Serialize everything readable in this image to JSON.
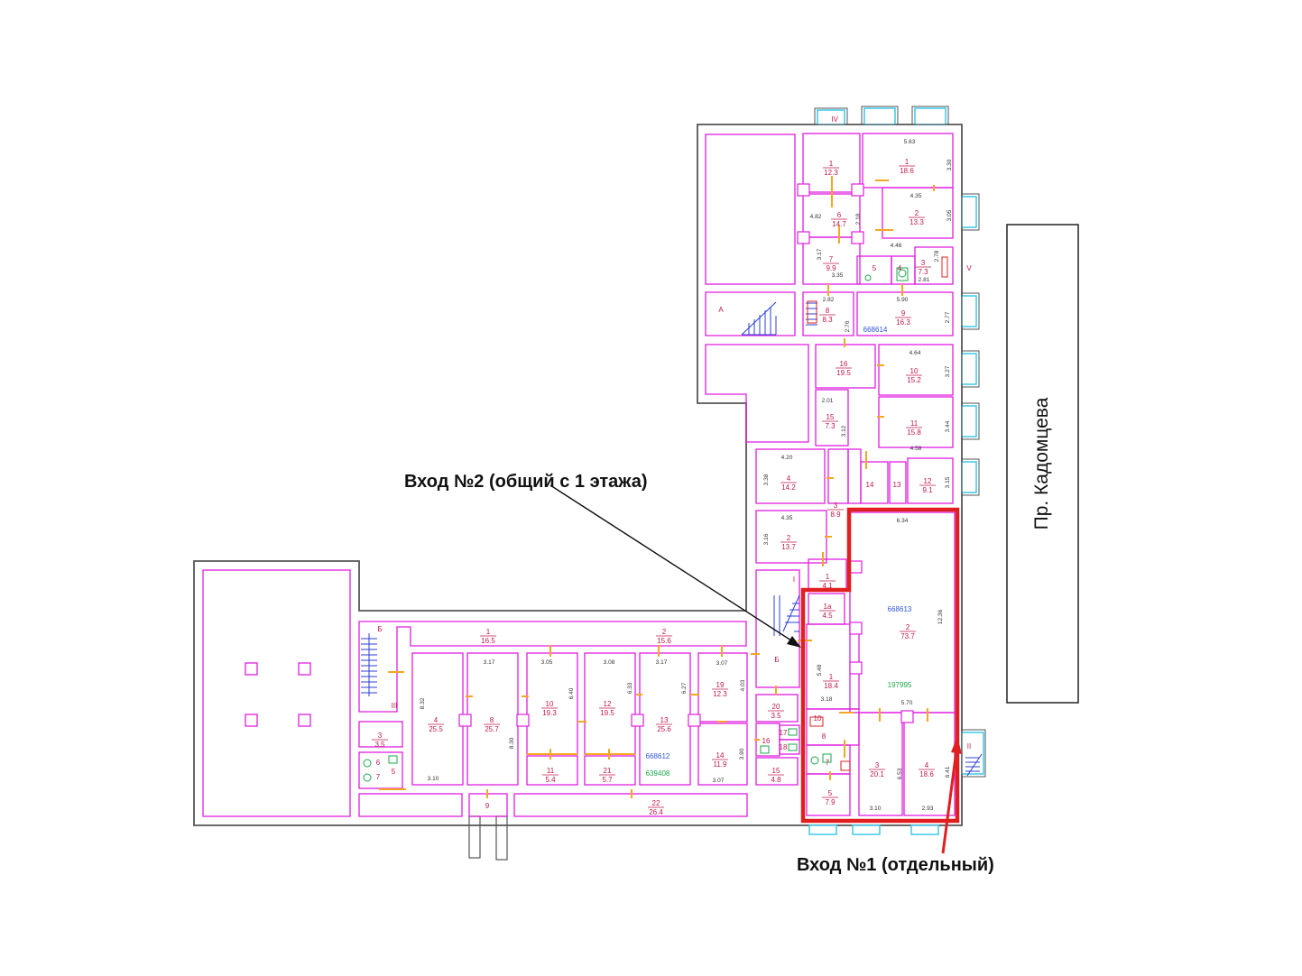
{
  "labels": {
    "entrance2": "Вход №2 (общий с 1 этажа)",
    "entrance1": "Вход №1 (отдельный)",
    "street": "Пр. Кадомцева"
  },
  "colors": {
    "wall": "#555555",
    "room": "#e01ee0",
    "door": "#f5a623",
    "highlight": "#e02020",
    "window": "#3ec8e8",
    "stair": "#2b3fd6",
    "idBlue": "#2f56d8",
    "idGreen": "#1aa84a",
    "text": "#c0184a"
  },
  "roman": {
    "iv": "IV",
    "v": "V",
    "a": "A",
    "i": "I",
    "b": "Б",
    "ii": "II",
    "iii": "III"
  },
  "cadastral": {
    "id1": "668614",
    "id2": "668613",
    "id3": "197995",
    "id4": "668612",
    "id5": "639408"
  },
  "rooms": [
    {
      "no": "1",
      "area": "12.3"
    },
    {
      "no": "1",
      "area": "18.6"
    },
    {
      "no": "2",
      "area": "13.3"
    },
    {
      "no": "6",
      "area": "14.7"
    },
    {
      "no": "7",
      "area": "9.9"
    },
    {
      "no": "3",
      "area": "7.3"
    },
    {
      "no": "4",
      "area": ""
    },
    {
      "no": "5",
      "area": ""
    },
    {
      "no": "8",
      "area": "8.3"
    },
    {
      "no": "9",
      "area": "16.3"
    },
    {
      "no": "16",
      "area": "19.5"
    },
    {
      "no": "10",
      "area": "15.2"
    },
    {
      "no": "15",
      "area": "7.3"
    },
    {
      "no": "11",
      "area": "15.8"
    },
    {
      "no": "4",
      "area": "14.2"
    },
    {
      "no": "12",
      "area": "9.1"
    },
    {
      "no": "3",
      "area": "8.9"
    },
    {
      "no": "2",
      "area": "13.7"
    },
    {
      "no": "1",
      "area": "4.1"
    },
    {
      "no": "1а",
      "area": "4.5"
    },
    {
      "no": "2",
      "area": "73.7"
    },
    {
      "no": "1",
      "area": "18.4"
    },
    {
      "no": "3",
      "area": "20.1"
    },
    {
      "no": "4",
      "area": "18.6"
    },
    {
      "no": "5",
      "area": "7.9"
    },
    {
      "no": "1",
      "area": "16.5"
    },
    {
      "no": "2",
      "area": "15.6"
    },
    {
      "no": "4",
      "area": "25.5"
    },
    {
      "no": "8",
      "area": "25.7"
    },
    {
      "no": "10",
      "area": "19.3"
    },
    {
      "no": "12",
      "area": "19.5"
    },
    {
      "no": "13",
      "area": "25.6"
    },
    {
      "no": "19",
      "area": "12.3"
    },
    {
      "no": "20",
      "area": "3.5"
    },
    {
      "no": "11",
      "area": "5.4"
    },
    {
      "no": "21",
      "area": "5.7"
    },
    {
      "no": "14",
      "area": "11.9"
    },
    {
      "no": "15",
      "area": "4.8"
    },
    {
      "no": "22",
      "area": "26.4"
    },
    {
      "no": "3",
      "area": "3.5"
    },
    {
      "no": "9",
      "area": ""
    }
  ],
  "small": {
    "n14": "14",
    "n13": "13",
    "n7": "7",
    "n8": "8",
    "n6": "6",
    "n5": "5",
    "n7b": "7",
    "n10": "10",
    "n16": "16",
    "n17": "17",
    "n18": "18"
  },
  "dims": {
    "d563": "5.63",
    "d435": "4.35",
    "d482": "4.82",
    "d446": "4.46",
    "d335": "3.35",
    "d281": "2.81",
    "d282": "2.82",
    "d590": "5.90",
    "d464": "4.64",
    "d201": "2.01",
    "d458": "4.58",
    "d420": "4.20",
    "d435b": "4.35",
    "d634": "6.34",
    "d318": "3.18",
    "d570": "5.70",
    "d310": "3.10",
    "d293": "2.93",
    "d317": "3.17",
    "d305": "3.05",
    "d308": "3.08",
    "d317b": "3.17",
    "d307": "3.07",
    "d310b": "3.10",
    "d307b": "3.07",
    "d1236": "12.36",
    "d548": "5.48",
    "d640": "6.40",
    "d633": "6.33",
    "d627": "6.27",
    "d832": "8.32",
    "d830": "8.30",
    "d403": "4.03",
    "d390": "3.90",
    "d653": "6.53",
    "d641": "6.41",
    "d330": "3.30",
    "d305b": "3.05",
    "d218": "2.18",
    "d317c": "3.17",
    "d276": "2.76",
    "d277": "2.77",
    "d327": "3.27",
    "d344": "3.44",
    "d315": "3.15",
    "d312": "3.12",
    "d338": "3.38",
    "d316": "3.16",
    "d278": "2.78"
  }
}
